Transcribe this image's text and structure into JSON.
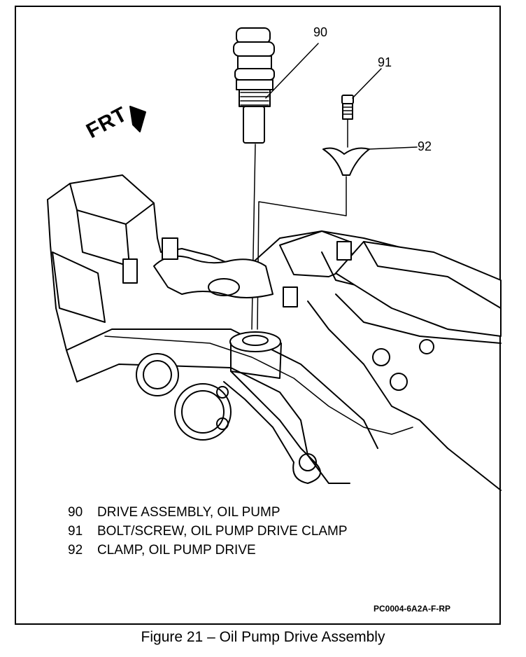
{
  "diagram": {
    "orientation_label": "FRT",
    "callouts": [
      {
        "id": "90",
        "label": "90"
      },
      {
        "id": "91",
        "label": "91"
      },
      {
        "id": "92",
        "label": "92"
      }
    ],
    "legend": [
      {
        "num": "90",
        "text": "DRIVE ASSEMBLY, OIL PUMP"
      },
      {
        "num": "91",
        "text": "BOLT/SCREW, OIL PUMP DRIVE CLAMP"
      },
      {
        "num": "92",
        "text": "CLAMP, OIL PUMP DRIVE"
      }
    ],
    "figure_code": "PC0004-6A2A-F-RP"
  },
  "caption": "Figure 21 – Oil Pump Drive Assembly",
  "colors": {
    "ink": "#000000",
    "paper": "#ffffff"
  }
}
